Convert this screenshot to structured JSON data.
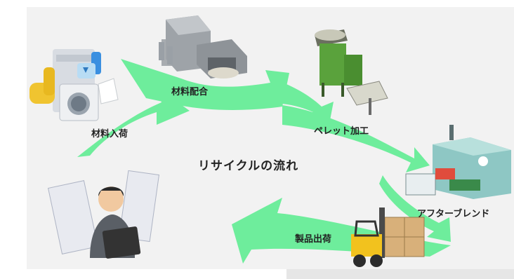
{
  "diagram": {
    "title": "リサイクルの流れ",
    "steps": [
      {
        "label": "材料入荷",
        "icon": "recyclables-pile-icon"
      },
      {
        "label": "材料配合",
        "icon": "mixing-machine-icon"
      },
      {
        "label": "ペレット加工",
        "icon": "pellet-extruder-icon"
      },
      {
        "label": "アフターブレンド",
        "icon": "factory-icon"
      },
      {
        "label": "製品出荷",
        "icon": "forklift-icon"
      }
    ],
    "customer_icon": "businessman-laptop-icon",
    "colors": {
      "arrow": "#6eed9c",
      "background": "#f2f2f2"
    }
  }
}
